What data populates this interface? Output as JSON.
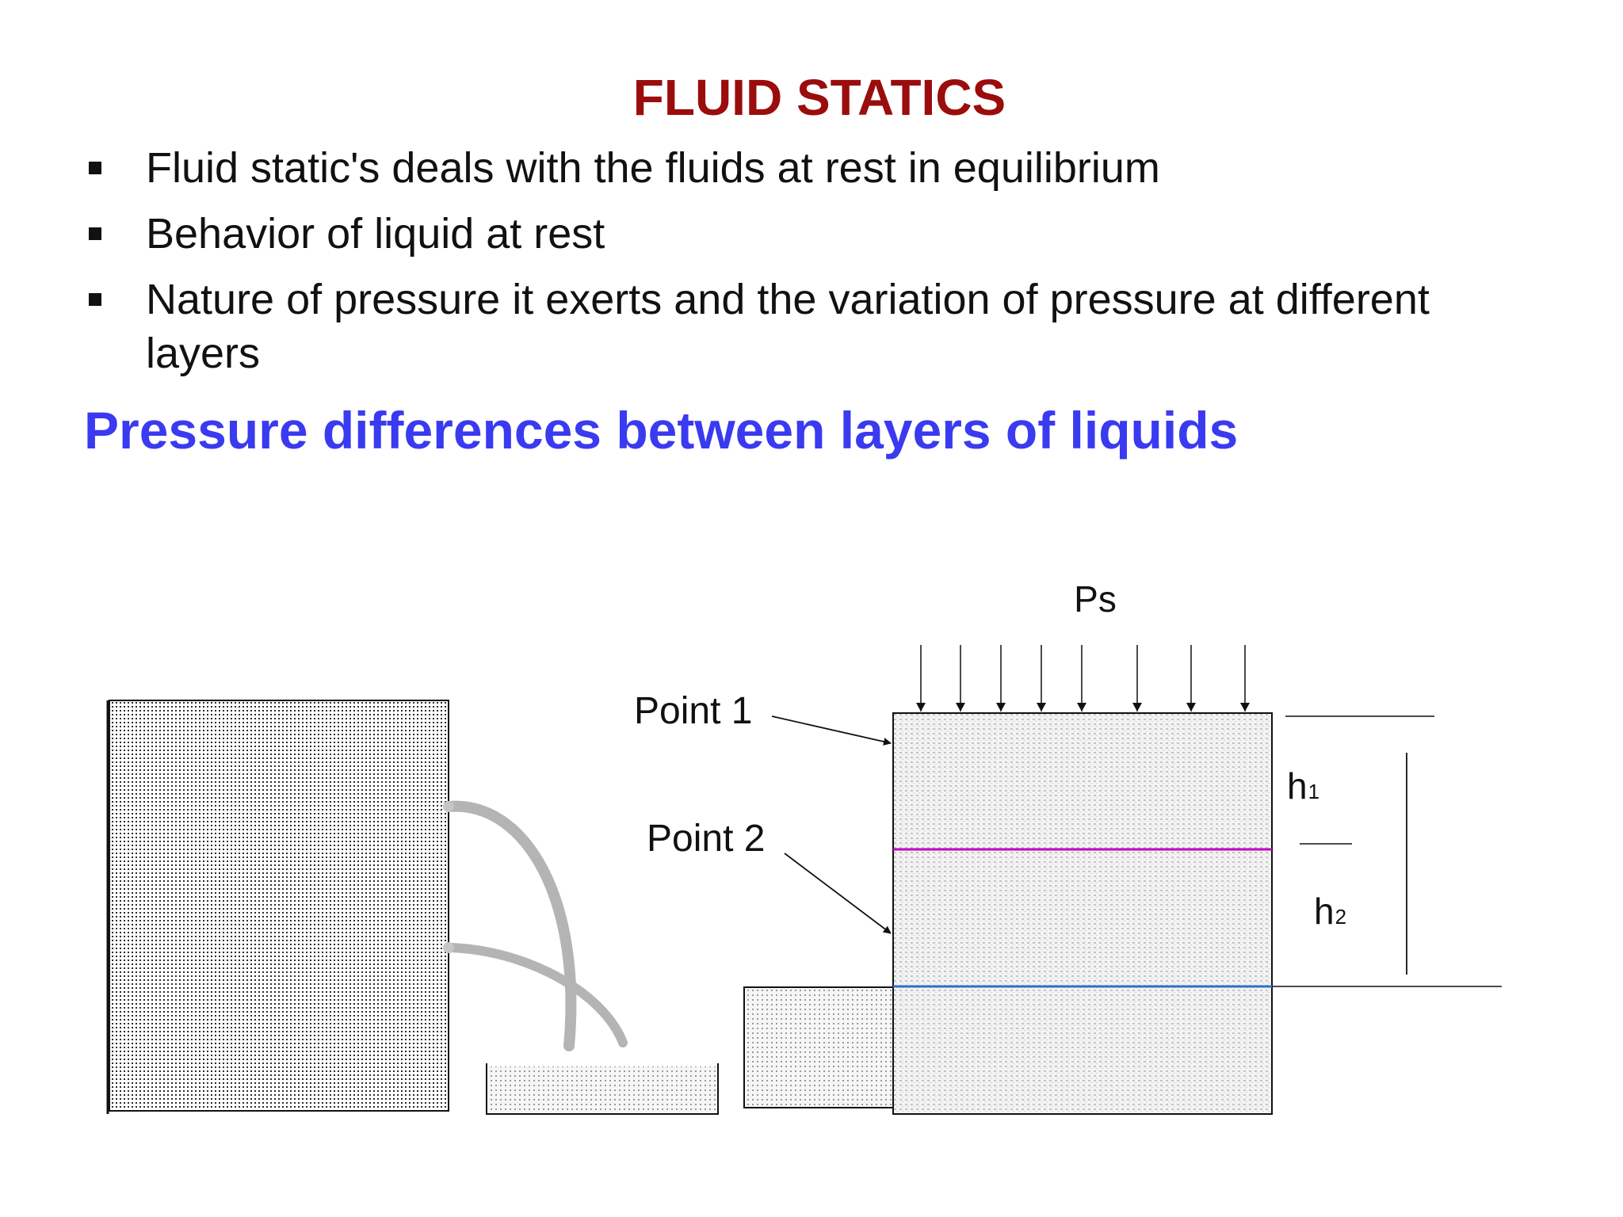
{
  "slide": {
    "title": "FLUID STATICS",
    "bullets": [
      "Fluid static's deals with the fluids at rest in  equilibrium",
      "Behavior of liquid at rest",
      "Nature of pressure it exerts and the variation of  pressure at different layers"
    ],
    "subheading": "Pressure differences between layers of liquids"
  },
  "diagram": {
    "surface_pressure_label": "Ps",
    "point1_label": "Point 1",
    "point2_label": "Point 2",
    "h1_base": "h",
    "h1_sub": "1",
    "h2_base": "h",
    "h2_sub": "2"
  },
  "colors": {
    "title": "#9b0c0c",
    "subheading": "#3a3af0",
    "layer_line_1": "#c000c0",
    "layer_line_2": "#3070d0",
    "jet": "#b4b4b4"
  }
}
